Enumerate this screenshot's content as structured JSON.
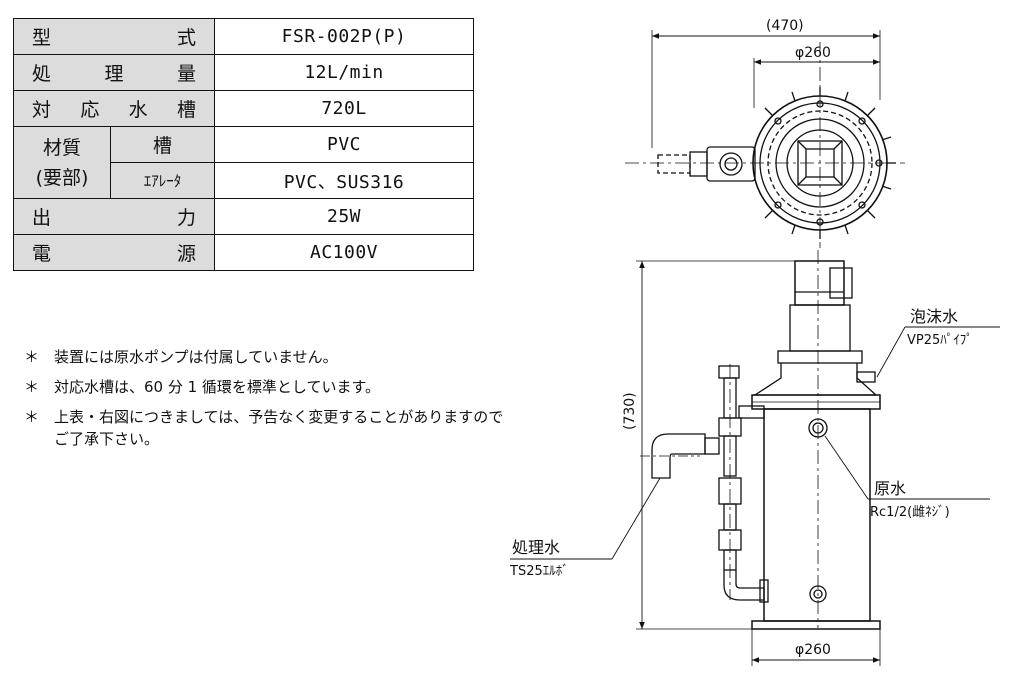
{
  "spec_table": {
    "rows": [
      {
        "label_chars": [
          "型",
          "式"
        ],
        "value": "FSR-002P(P)"
      },
      {
        "label_chars": [
          "処",
          "理",
          "量"
        ],
        "value": "12L/min"
      },
      {
        "label_chars": [
          "対",
          "応",
          "水",
          "槽"
        ],
        "value": "720L"
      },
      {
        "label_chars": [
          "出",
          "力"
        ],
        "value": "25W"
      },
      {
        "label_chars": [
          "電",
          "源"
        ],
        "value": "AC100V"
      }
    ],
    "material": {
      "label_line1": "材質",
      "label_line2": "(要部)",
      "tank_label": "槽",
      "tank_value": "PVC",
      "aerator_label": "ｴｱﾚｰﾀ",
      "aerator_value": "PVC、SUS316"
    }
  },
  "notes": {
    "bullet": "＊",
    "items": [
      "装置には原水ポンプは付属していません。",
      "対応水槽は、60 分 1 循環を標準としています。",
      "上表・右図につきましては、予告なく変更することがありますのでご了承下さい。"
    ]
  },
  "drawing": {
    "top_width_dim": "(470)",
    "top_diameter_dim": "φ260",
    "height_dim": "(730)",
    "bottom_diameter_dim": "φ260",
    "foam_outlet": {
      "label": "泡沫水",
      "spec": "VP25ﾊﾟｲﾌﾟ"
    },
    "raw_water_inlet": {
      "label": "原水",
      "spec": "Rc1/2(雌ﾈｼﾞ)"
    },
    "treated_water_outlet": {
      "label": "処理水",
      "spec": "TS25ｴﾙﾎﾞ"
    }
  }
}
